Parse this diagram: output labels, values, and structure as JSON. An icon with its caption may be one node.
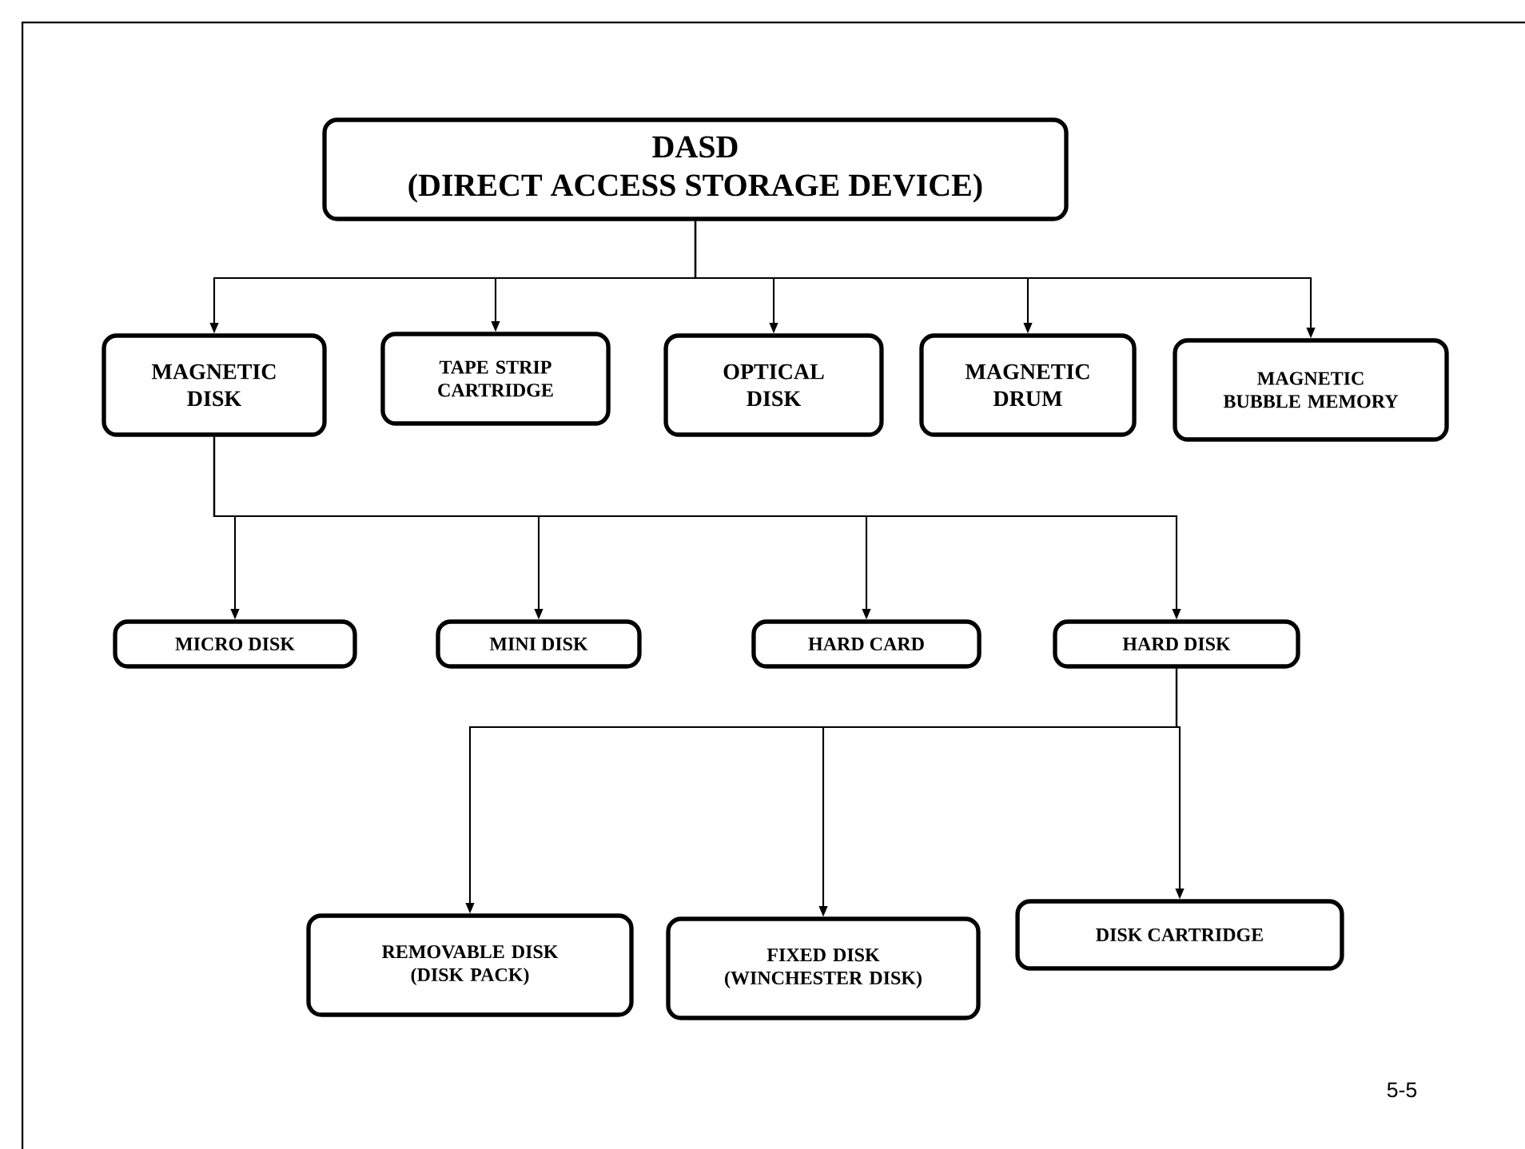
{
  "diagram": {
    "nodes": [
      {
        "text": [
          "DASD",
          "(DIRECT ACCESS STORAGE DEVICE)"
        ]
      },
      {
        "text": [
          "MAGNETIC DISK"
        ]
      },
      {
        "text": [
          "TAPE STRIP CARTRIDGE"
        ]
      },
      {
        "text": [
          "OPTICAL DISK"
        ]
      },
      {
        "text": [
          "MAGNETIC DRUM"
        ]
      },
      {
        "text": [
          "MAGNETIC BUBBLE MEMORY"
        ]
      },
      {
        "text": [
          "MICRO DISK"
        ]
      },
      {
        "text": [
          "MINI DISK"
        ]
      },
      {
        "text": [
          "HARD CARD"
        ]
      },
      {
        "text": [
          "HARD DISK"
        ]
      },
      {
        "text": [
          "REMOVABLE DISK (DISK PACK)"
        ]
      },
      {
        "text": [
          "FIXED DISK (WINCHESTER DISK)"
        ]
      },
      {
        "text": [
          "DISK CARTRIDGE"
        ]
      }
    ],
    "edges": [
      {
        "from": 0,
        "to": 1,
        "arrow": "to"
      },
      {
        "from": 0,
        "to": 2,
        "arrow": "to"
      },
      {
        "from": 0,
        "to": 3,
        "arrow": "to"
      },
      {
        "from": 0,
        "to": 4,
        "arrow": "to"
      },
      {
        "from": 0,
        "to": 5,
        "arrow": "to"
      },
      {
        "from": 1,
        "to": 6,
        "arrow": "to"
      },
      {
        "from": 1,
        "to": 7,
        "arrow": "to"
      },
      {
        "from": 1,
        "to": 8,
        "arrow": "to"
      },
      {
        "from": 1,
        "to": 9,
        "arrow": "to"
      },
      {
        "from": 9,
        "to": 10,
        "arrow": "to"
      },
      {
        "from": 9,
        "to": 11,
        "arrow": "to"
      },
      {
        "from": 9,
        "to": 12,
        "arrow": "to"
      }
    ],
    "labels": [
      "5-5"
    ]
  }
}
